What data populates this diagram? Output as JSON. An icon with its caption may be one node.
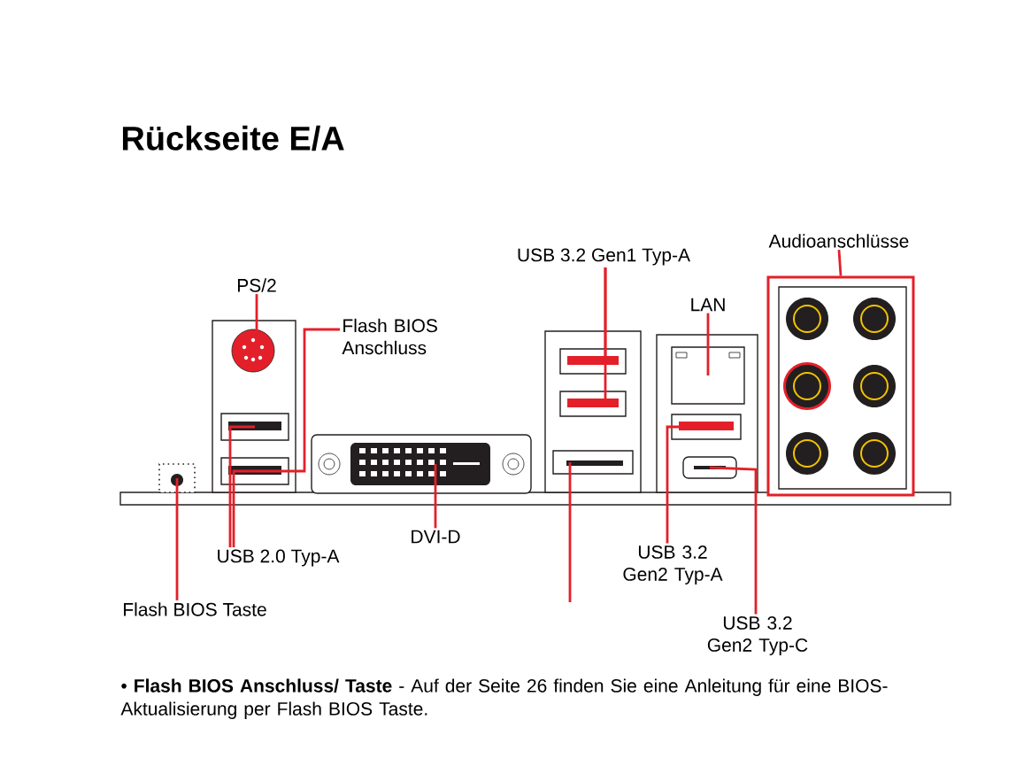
{
  "diagram": {
    "title": "Rückseite E/A",
    "nodes": [
      {
        "text": [
          "PS/2"
        ]
      },
      {
        "text": [],
        "shape": "circle"
      },
      {
        "text": [
          "Flash BIOS Anschluss"
        ]
      },
      {
        "text": [],
        "shape": "box"
      },
      {
        "text": [],
        "shape": "box"
      },
      {
        "text": [
          "USB 2.0 Typ-A"
        ]
      },
      {
        "text": [],
        "shape": "box"
      },
      {
        "text": [
          "Flash BIOS Taste"
        ]
      },
      {
        "text": [],
        "shape": "box"
      },
      {
        "text": [
          "DVI-D"
        ]
      },
      {
        "text": [
          "USB 3.2 Gen1 Typ-A"
        ]
      },
      {
        "text": [],
        "shape": "box"
      },
      {
        "text": [],
        "shape": "box"
      },
      {
        "text": [],
        "shape": "box"
      },
      {
        "text": [
          "LAN"
        ]
      },
      {
        "text": [],
        "shape": "box"
      },
      {
        "text": [],
        "shape": "box"
      },
      {
        "text": [
          "USB 3.2 Gen2 Typ-A"
        ]
      },
      {
        "text": [],
        "shape": "box"
      },
      {
        "text": [
          "USB 3.2 Gen2 Typ-C"
        ]
      },
      {
        "text": [
          "Audioanschlüsse"
        ]
      },
      {
        "text": [],
        "shape": "box"
      }
    ],
    "edges": [
      {
        "from": 0,
        "to": 1,
        "arrow": "none"
      },
      {
        "from": 2,
        "to": 4,
        "arrow": "none"
      },
      {
        "from": 5,
        "to": 3,
        "arrow": "none"
      },
      {
        "from": 5,
        "to": 4,
        "arrow": "none"
      },
      {
        "from": 7,
        "to": 6,
        "arrow": "none"
      },
      {
        "from": 9,
        "to": 8,
        "arrow": "none"
      },
      {
        "from": 10,
        "to": 11,
        "arrow": "none"
      },
      {
        "from": 10,
        "to": 12,
        "arrow": "none"
      },
      {
        "from": null,
        "to": 13,
        "arrow": "none"
      },
      {
        "from": 14,
        "to": 15,
        "arrow": "none"
      },
      {
        "from": 17,
        "to": 16,
        "arrow": "none"
      },
      {
        "from": 19,
        "to": 18,
        "arrow": "none"
      },
      {
        "from": 20,
        "to": 21,
        "arrow": "none"
      }
    ],
    "labels": [
      "• **Flash BIOS Anschluss/ Taste** - Auf der Seite 26 finden Sie eine Anleitung für eine BIOS-Aktualisierung per Flash BIOS Taste."
    ]
  }
}
